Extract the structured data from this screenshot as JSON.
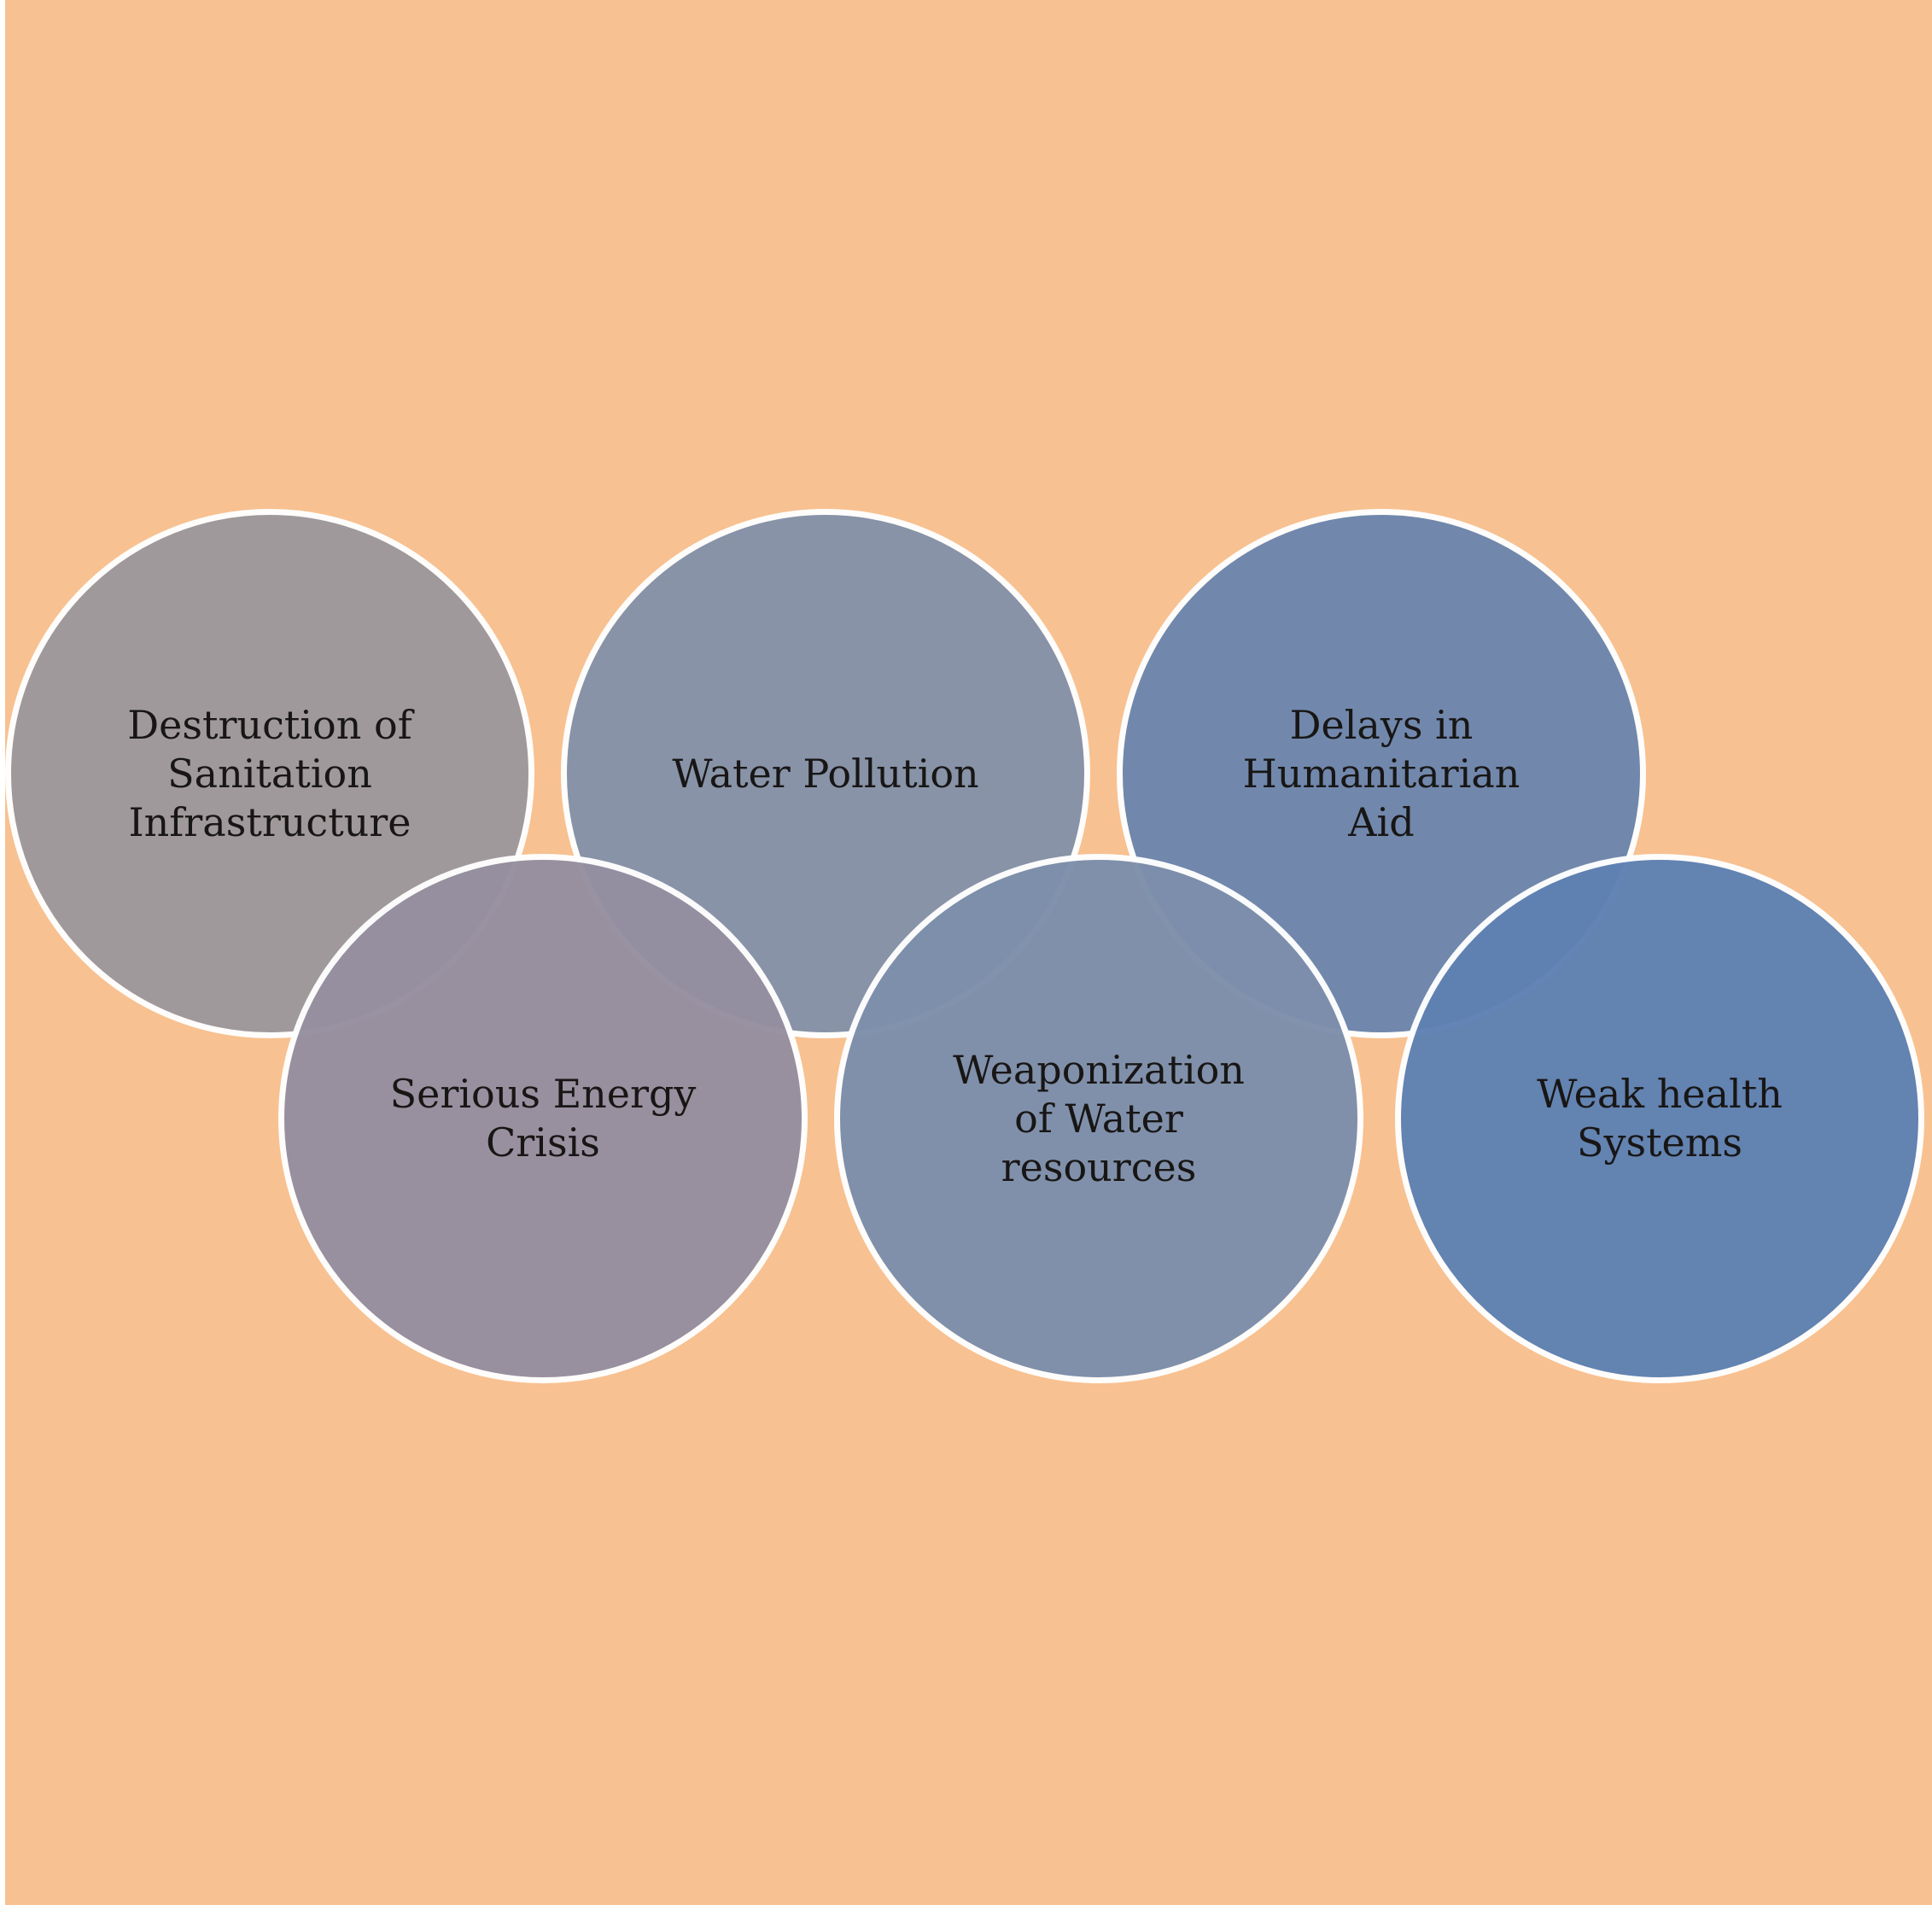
{
  "diagram": {
    "background_color": "#f8c191",
    "circle_border_color": "#ffffff",
    "nodes": [
      {
        "label": "Destruction of\nSanitation\nInfrastructure",
        "color": "#9e989d"
      },
      {
        "label": "Water Pollution",
        "color": "#8592a9"
      },
      {
        "label": "Delays in\nHumanitarian\nAid",
        "color": "#6d87ad"
      },
      {
        "label": "Serious Energy\nCrisis",
        "color": "#958fa0"
      },
      {
        "label": "Weaponization\nof Water\nresources",
        "color": "#7d8fab"
      },
      {
        "label": "Weak health\nSystems",
        "color": "#5f81b3"
      }
    ]
  }
}
